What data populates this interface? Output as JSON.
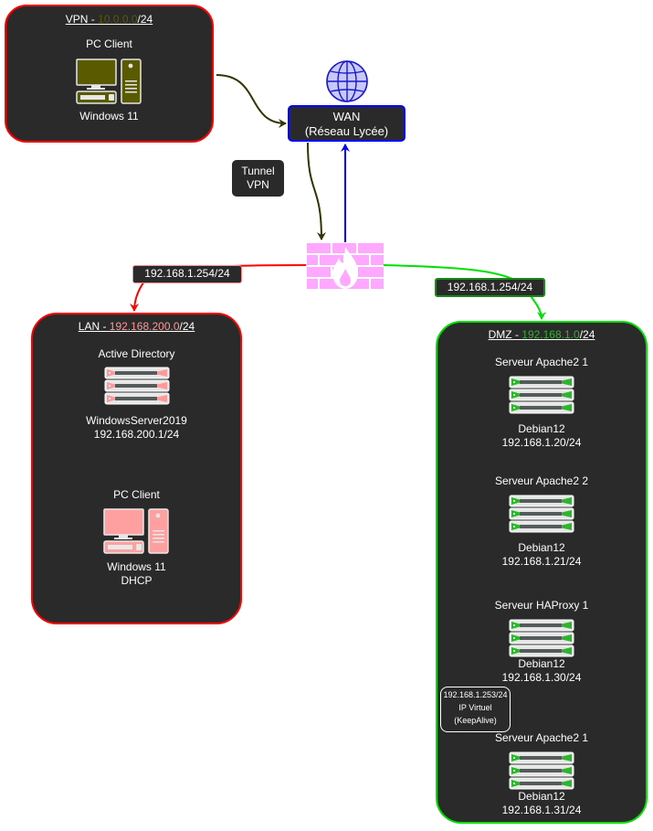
{
  "colors": {
    "zone_bg": "#2a2a2a",
    "vpn_border": "#ff0000",
    "lan_border": "#ff0000",
    "dmz_border": "#00e000",
    "vpn_accent": "#5a5a00",
    "lan_accent": "#ff9999",
    "dmz_accent": "#2db52d",
    "wan_border": "#0000ff",
    "firewall": "#ffa8ff",
    "tunnel_edge": "#333300",
    "wan_edge": "#0000ff",
    "lan_edge": "#ff0000",
    "dmz_edge": "#00e000",
    "vip_edge": "#ff9966"
  },
  "vpn": {
    "title_prefix": "VPN - ",
    "network": "10.0.0.0",
    "mask": "/24",
    "client": {
      "name": "PC Client",
      "os": "Windows 11",
      "icon": "pc-icon"
    }
  },
  "wan": {
    "line1": "WAN",
    "line2": "(Réseau Lycée)",
    "icon": "globe-icon"
  },
  "tunnel": {
    "line1": "Tunnel",
    "line2": "VPN"
  },
  "firewall": {
    "icon": "firewall-icon"
  },
  "edges": {
    "lan_gateway": "192.168.1.254/24",
    "dmz_gateway": "192.168.1.254/24"
  },
  "lan": {
    "title_prefix": "LAN - ",
    "network": "192.168.200.0",
    "mask": "/24",
    "ad": {
      "name": "Active Directory",
      "os": "WindowsServer2019",
      "ip": "192.168.200.1/24",
      "icon": "server-icon"
    },
    "client": {
      "name": "PC Client",
      "os": "Windows 11",
      "extra": "DHCP",
      "icon": "pc-icon"
    }
  },
  "dmz": {
    "title_prefix": "DMZ - ",
    "network": "192.168.1.0",
    "mask": "/24",
    "servers": [
      {
        "name": "Serveur Apache2 1",
        "os": "Debian12",
        "ip": "192.168.1.20/24"
      },
      {
        "name": "Serveur Apache2 2",
        "os": "Debian12",
        "ip": "192.168.1.21/24"
      },
      {
        "name": "Serveur HAProxy 1",
        "os": "Debian12",
        "ip": "192.168.1.30/24"
      },
      {
        "name": "Serveur Apache2 1",
        "os": "Debian12",
        "ip": "192.168.1.31/24"
      }
    ],
    "vip": {
      "ip": "192.168.1.253/24",
      "line2": "IP Virtuel",
      "line3": "(KeepAlive)"
    }
  }
}
